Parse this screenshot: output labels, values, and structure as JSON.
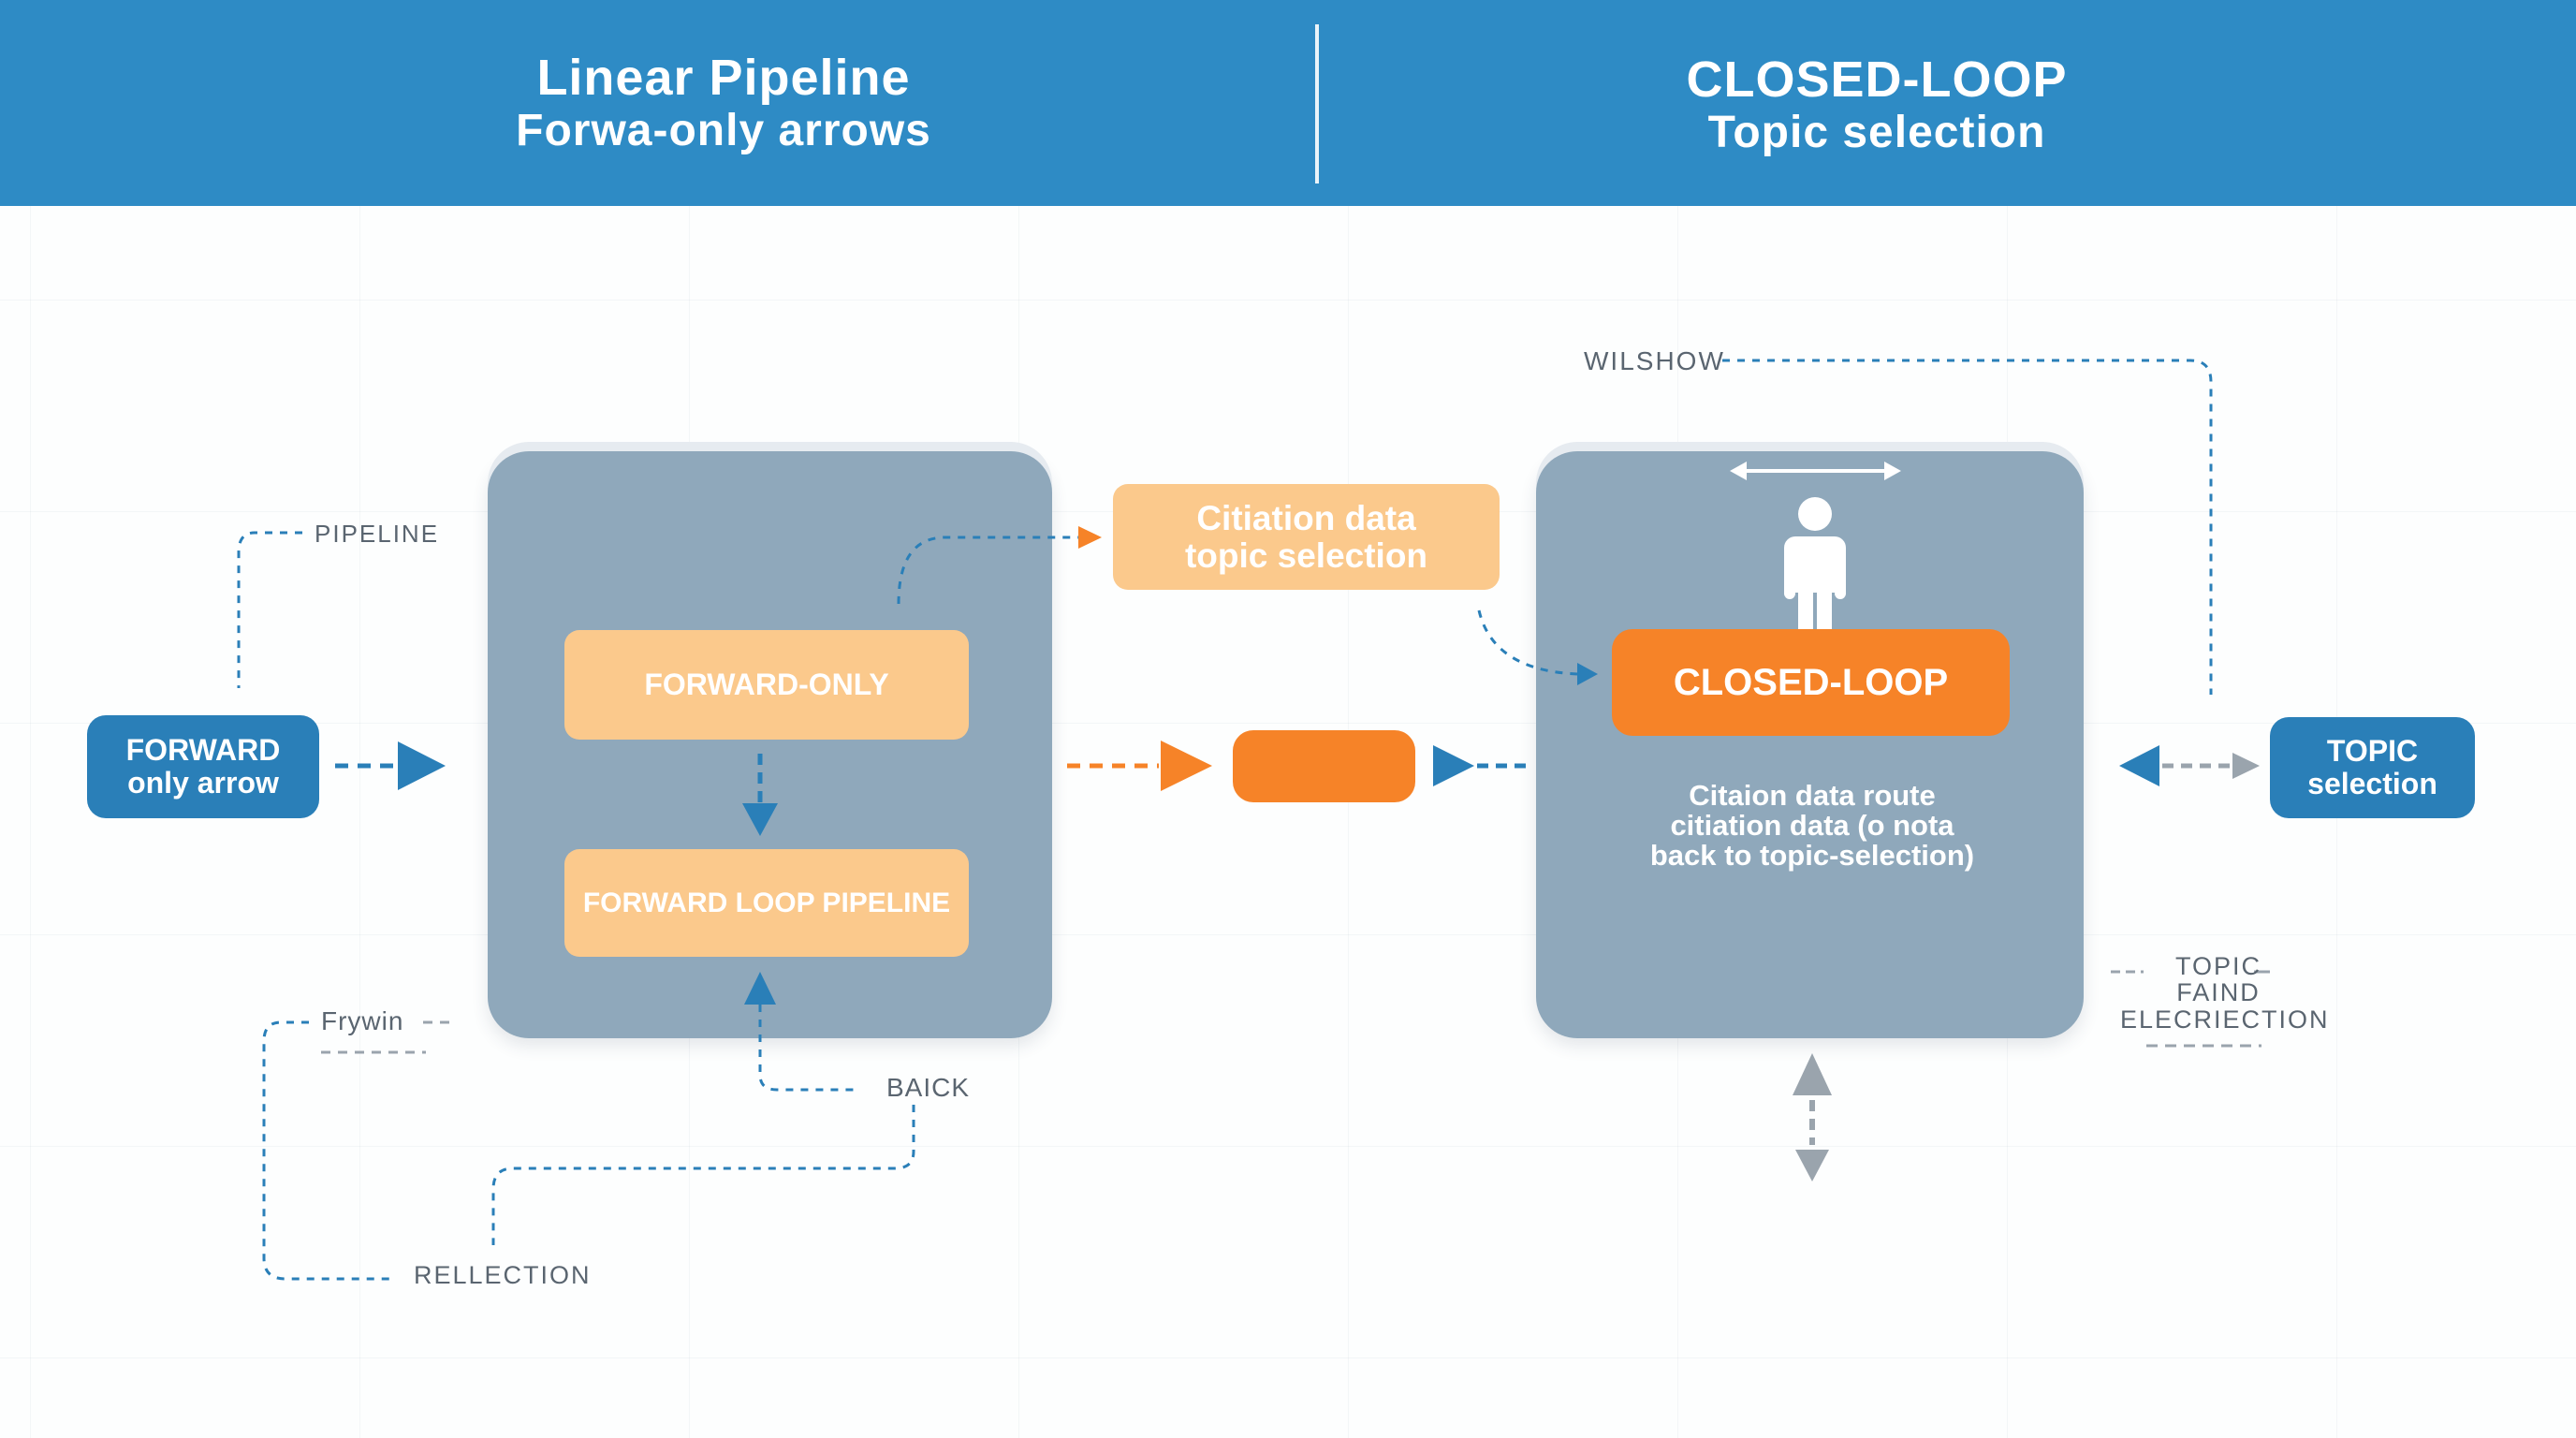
{
  "header": {
    "left_title": "Linear Pipeline",
    "left_subtitle": "Forwa-only arrows",
    "right_title": "CLOSED-LOOP",
    "right_subtitle": "Topic selection"
  },
  "left_panel": {
    "top_box": "FORWARD-ONLY",
    "bottom_box": "FORWARD LOOP PIPELINE"
  },
  "middle": {
    "citation_box_line1": "Citiation data",
    "citation_box_line2": "topic selection"
  },
  "right_panel": {
    "closed_loop_box": "CLOSED-LOOP",
    "caption_lines": [
      "Citaion data route",
      "citiation data (o nota",
      "back to topic-selection)"
    ]
  },
  "side_nodes": {
    "left_line1": "FORWARD",
    "left_line2": "only arrow",
    "right_line1": "TOPIC",
    "right_line2": "selection"
  },
  "annotations": {
    "pipeline": "PIPELINE",
    "wilshow": "WILSHOW",
    "frywin": "Frywin",
    "baick": "BAICK",
    "rellection": "RELLECTION",
    "topic_faind_lines": [
      "TOPIC",
      "FAIND",
      "ELECRIECTION"
    ]
  },
  "colors": {
    "header_blue": "#2e8bc5",
    "panel_slate": "#8fa8bb",
    "peach": "#fbc98c",
    "orange": "#f68328",
    "node_blue": "#2a7fb8",
    "connector_blue": "#2a7fb8",
    "connector_gray": "#9aa4ad"
  },
  "icons": {
    "person": "person-icon",
    "width_arrow": "double-arrow-horizontal-icon",
    "vertical_arrow": "double-arrow-vertical-icon"
  }
}
